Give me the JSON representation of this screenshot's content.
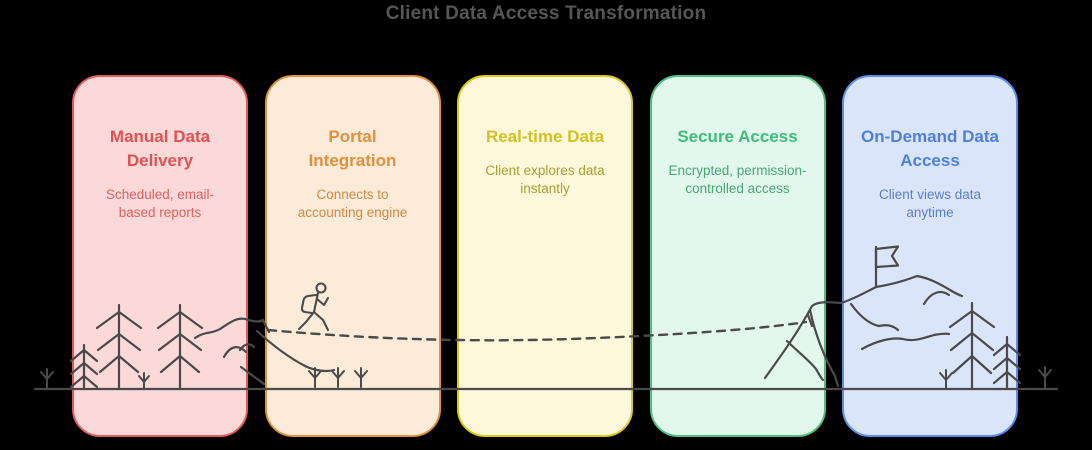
{
  "page": {
    "background_color": "#000000"
  },
  "header": {
    "title": "Client Data Access Transformation",
    "title_color": "#565656"
  },
  "cards": [
    {
      "id": "manual-data-delivery",
      "title": "Manual Data\nDelivery",
      "subtitle": "Scheduled, email-\nbased reports",
      "fill": "#fbd9d9",
      "border": "#e25c5c",
      "title_color": "#e05252",
      "subtitle_color": "#db6161"
    },
    {
      "id": "portal-integration",
      "title": "Portal\nIntegration",
      "subtitle": "Connects to\naccounting engine",
      "fill": "#fcebd9",
      "border": "#e2913d",
      "title_color": "#e0903e",
      "subtitle_color": "#d08a45"
    },
    {
      "id": "real-time-data",
      "title": "Real-time Data",
      "subtitle": "Client explores data\ninstantly",
      "fill": "#fdf8db",
      "border": "#dcc91f",
      "title_color": "#d5c123",
      "subtitle_color": "#a8a02f"
    },
    {
      "id": "secure-access",
      "title": "Secure Access",
      "subtitle": "Encrypted, permission-\ncontrolled access",
      "fill": "#e3f8ec",
      "border": "#4fbe81",
      "title_color": "#3ebc7e",
      "subtitle_color": "#46a873"
    },
    {
      "id": "on-demand-data-access",
      "title": "On-Demand Data\nAccess",
      "subtitle": "Client views data\nanytime",
      "fill": "#dbe5f9",
      "border": "#5a8dee",
      "title_color": "#4d80da",
      "subtitle_color": "#5b7dc7"
    }
  ],
  "illustration": {
    "stroke_color": "#4a4a4a",
    "elements": [
      "ground-line",
      "grass",
      "pine-trees",
      "trail-path",
      "hiker",
      "journey-dashed-path",
      "mountain",
      "summit-flag"
    ]
  }
}
